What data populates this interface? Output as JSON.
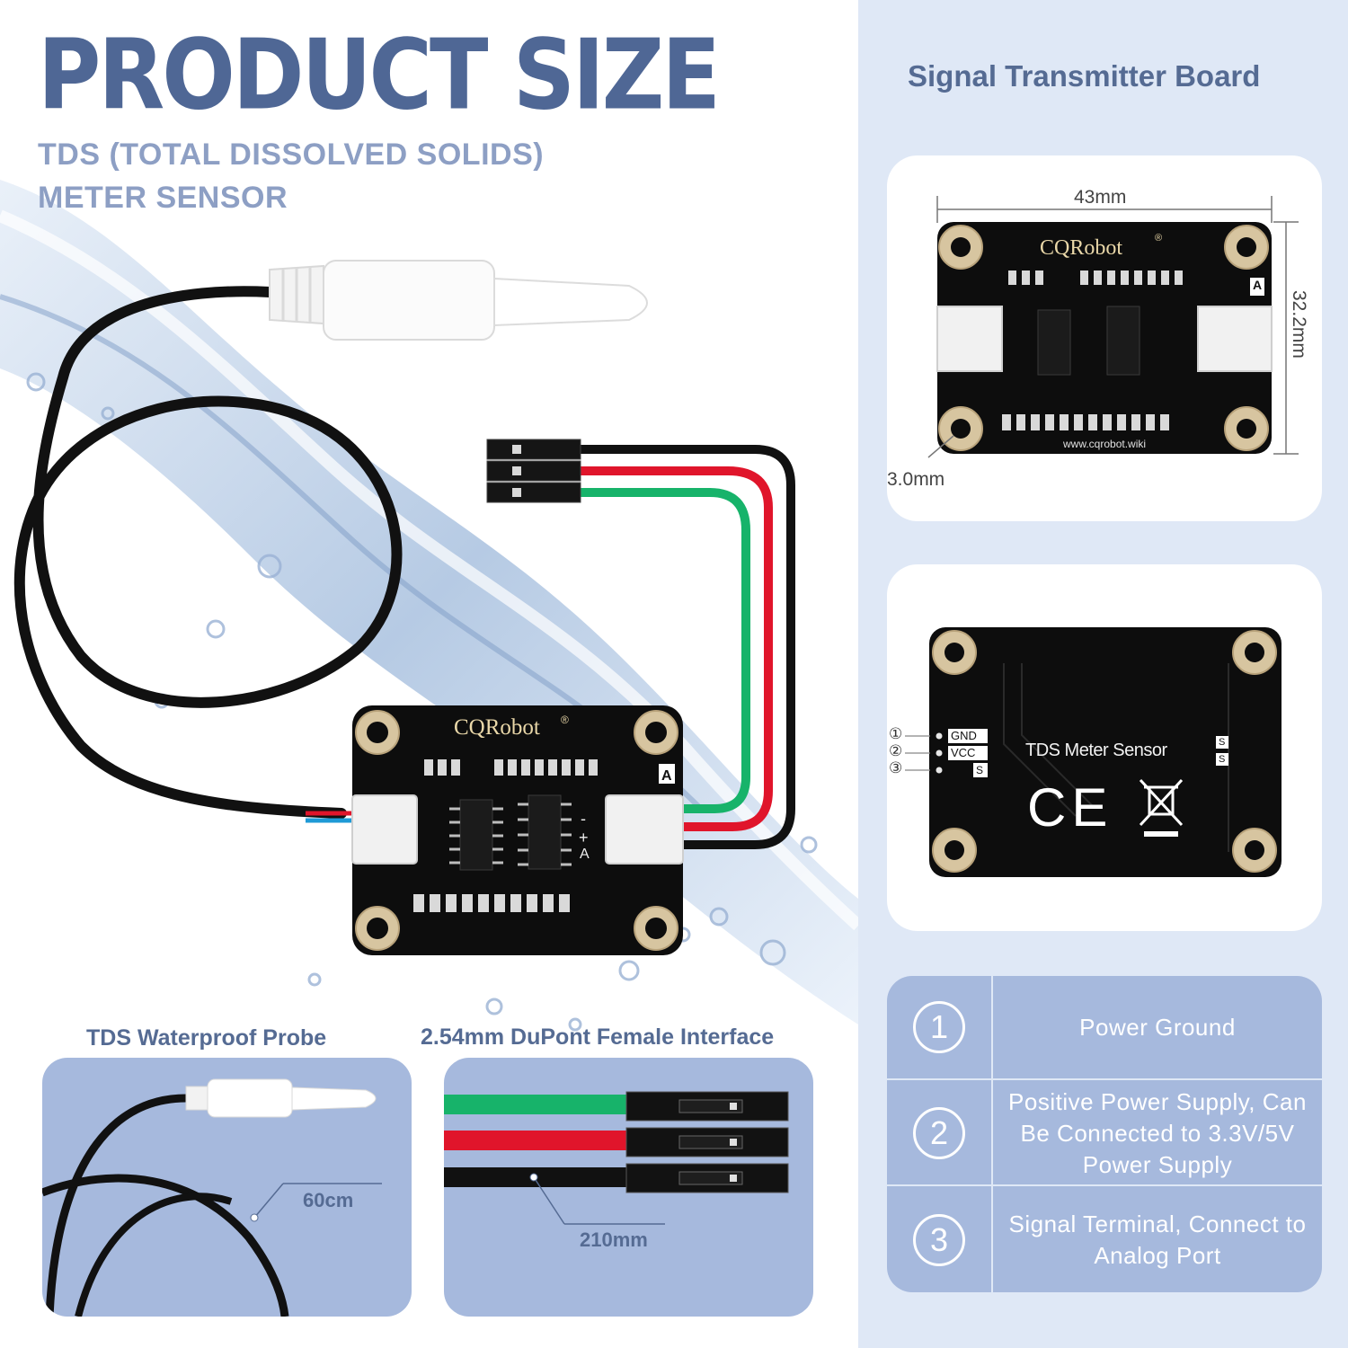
{
  "header": {
    "title": "PRODUCT SIZE",
    "subtitle_line1": "TDS (TOTAL DISSOLVED SOLIDS)",
    "subtitle_line2": "METER SENSOR"
  },
  "board": {
    "brand": "CQRobot",
    "trademark": "®",
    "port_label": "A",
    "plus_sign": "+",
    "minus_sign": "-",
    "analog_label": "A",
    "website": "www.cqrobot.wiki"
  },
  "captions": {
    "probe": "TDS Waterproof Probe",
    "dupont": "2.54mm DuPont Female Interface"
  },
  "probe_card": {
    "length_label": "60cm"
  },
  "dupont_card": {
    "length_label": "210mm"
  },
  "right_panel": {
    "title": "Signal Transmitter Board",
    "dims": {
      "width_label": "43mm",
      "height_label": "32.2mm",
      "hole_label": "3.0mm"
    },
    "back": {
      "markers": [
        "①",
        "②",
        "③"
      ],
      "pins": [
        "GND",
        "VCC",
        "S"
      ],
      "right_pins": [
        "S",
        "S"
      ],
      "name": "TDS Meter Sensor",
      "ce_mark": "CE"
    },
    "pin_table": [
      {
        "num": "1",
        "desc": "Power Ground"
      },
      {
        "num": "2",
        "desc": "Positive Power Supply, Can Be Connected to 3.3V/5V Power Supply"
      },
      {
        "num": "3",
        "desc": "Signal Terminal, Connect to Analog Port"
      }
    ]
  },
  "colors": {
    "title": "#4f6795",
    "subtitle": "#8d9fc4",
    "panel_bg": "#dfe8f6",
    "card_bg": "#a6b9dd",
    "wire_red": "#e0152b",
    "wire_green": "#17b36a",
    "wire_black": "#111111",
    "pcb": "#0d0d0d"
  }
}
